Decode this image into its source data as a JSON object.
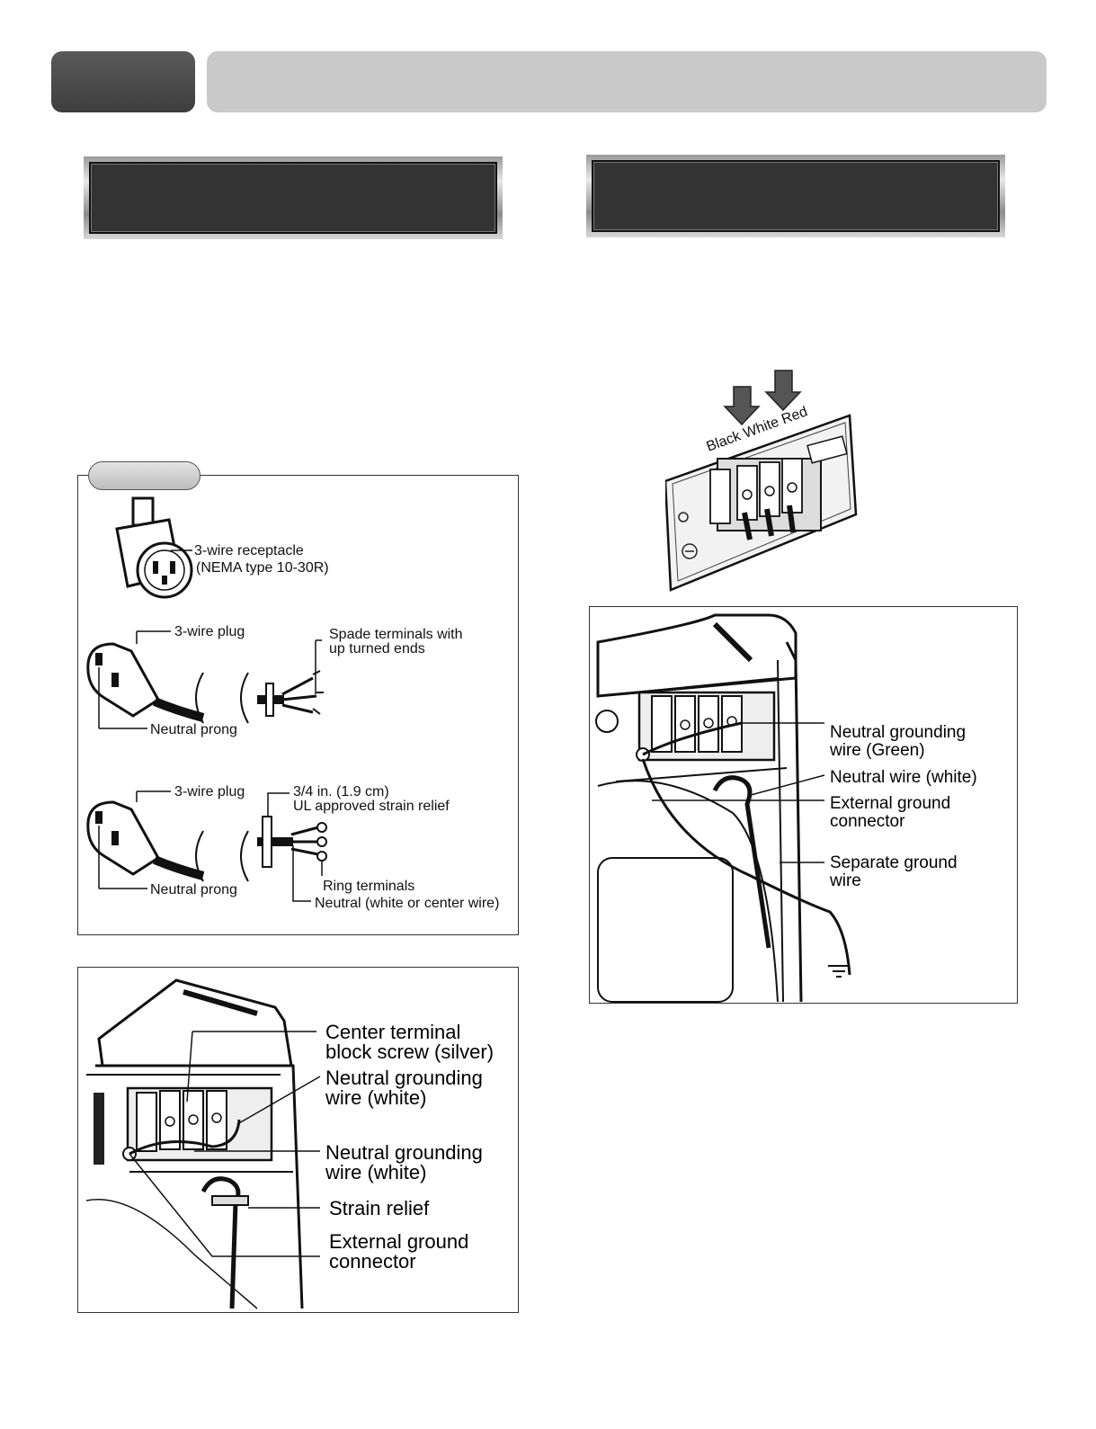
{
  "wiring_plate": {
    "label": "Black White Red"
  },
  "figure_3wire": {
    "receptacle_line1": "3-wire receptacle",
    "receptacle_line2": "(NEMA type 10-30R)",
    "plug_a": "3-wire plug",
    "spade_line1": "Spade terminals with",
    "spade_line2": "up turned ends",
    "neutral_prong_a": "Neutral prong",
    "plug_b": "3-wire plug",
    "strain_line1": "3/4 in. (1.9 cm)",
    "strain_line2": "UL approved strain relief",
    "ring_terminals": "Ring terminals",
    "neutral_prong_b": "Neutral prong",
    "neutral_center": "Neutral (white or center wire)"
  },
  "figure_terminal_block": {
    "center_line1": "Center terminal",
    "center_line2": "block screw (silver)",
    "ngw1_line1": "Neutral grounding",
    "ngw1_line2": "wire (white)",
    "ngw2_line1": "Neutral grounding",
    "ngw2_line2": "wire (white)",
    "strain_relief": "Strain relief",
    "ext_line1": "External ground",
    "ext_line2": "connector"
  },
  "figure_4wire": {
    "ngw_line1": "Neutral grounding",
    "ngw_line2": "wire (Green)",
    "neutral_white": "Neutral wire (white)",
    "ext_line1": "External ground",
    "ext_line2": "connector",
    "sep_line1": "Separate ground",
    "sep_line2": "wire"
  },
  "colors": {
    "header_dark": "#333333",
    "tab_dark": "#4a4a4a",
    "bar_light": "#c9c9c9"
  }
}
